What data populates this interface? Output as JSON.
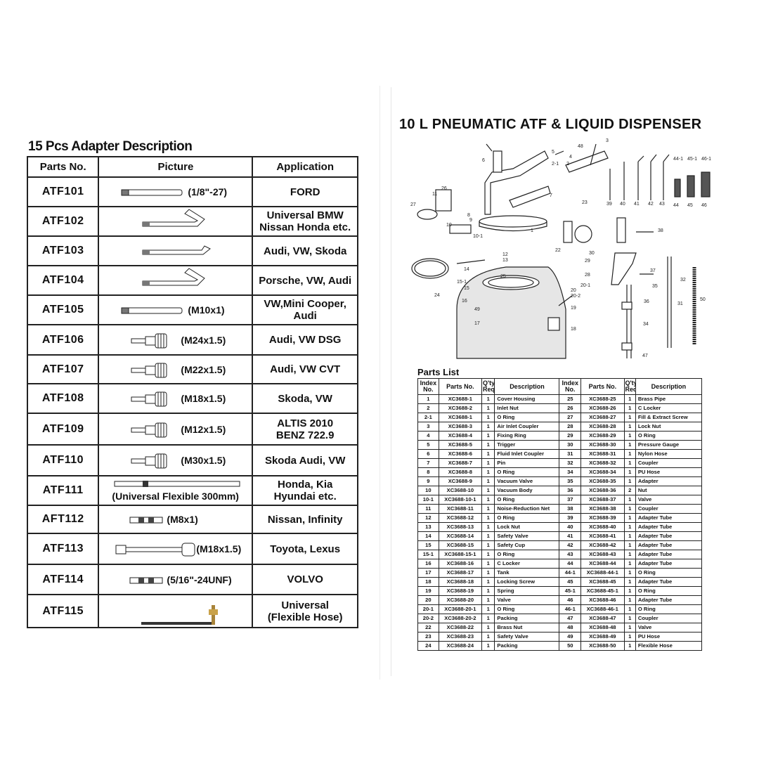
{
  "left": {
    "title": "15 Pcs Adapter Description",
    "headers": {
      "part": "Parts No.",
      "picture": "Picture",
      "application": "Application"
    },
    "rows": [
      {
        "part": "ATF101",
        "picture_label": "(1/8\"-27)",
        "application": "FORD",
        "icon": "long-straight-tube-icon"
      },
      {
        "part": "ATF102",
        "picture_label": "",
        "application": "Universal BMW\nNissan Honda etc.",
        "icon": "bent-tube-icon"
      },
      {
        "part": "ATF103",
        "picture_label": "",
        "application": "Audi, VW, Skoda",
        "icon": "angled-tip-tube-icon"
      },
      {
        "part": "ATF104",
        "picture_label": "",
        "application": "Porsche, VW, Audi",
        "icon": "bent-tube-icon"
      },
      {
        "part": "ATF105",
        "picture_label": "(M10x1)",
        "application": "VW,Mini Cooper, Audi",
        "icon": "long-straight-tube-icon"
      },
      {
        "part": "ATF106",
        "picture_label": "(M24x1.5)",
        "application": "Audi, VW DSG",
        "icon": "threaded-fitting-icon"
      },
      {
        "part": "ATF107",
        "picture_label": "(M22x1.5)",
        "application": "Audi, VW CVT",
        "icon": "threaded-fitting-icon"
      },
      {
        "part": "ATF108",
        "picture_label": "(M18x1.5)",
        "application": "Skoda, VW",
        "icon": "threaded-fitting-icon"
      },
      {
        "part": "ATF109",
        "picture_label": "(M12x1.5)",
        "application": "ALTIS 2010\nBENZ 722.9",
        "icon": "threaded-fitting-icon"
      },
      {
        "part": "ATF110",
        "picture_label": "(M30x1.5)",
        "application": "Skoda Audi, VW",
        "icon": "threaded-fitting-icon"
      },
      {
        "part": "ATF111",
        "picture_label": "(Universal Flexible 300mm)",
        "application": "Honda, Kia\nHyundai etc.",
        "icon": "flexible-tube-icon"
      },
      {
        "part": "AFT112",
        "picture_label": "(M8x1)",
        "application": "Nissan, Infinity",
        "icon": "short-fitting-icon"
      },
      {
        "part": "ATF113",
        "picture_label": "(M18x1.5)",
        "application": "Toyota, Lexus",
        "icon": "long-hose-fitting-icon"
      },
      {
        "part": "ATF114",
        "picture_label": "(5/16\"-24UNF)",
        "application": "VOLVO",
        "icon": "short-fitting-icon"
      },
      {
        "part": "ATF115",
        "picture_label": "",
        "application": "Universal\n(Flexible Hose)",
        "icon": "flexible-hose-icon"
      }
    ]
  },
  "right": {
    "title": "10 L PNEUMATIC ATF & LIQUID DISPENSER",
    "parts_title": "Parts  List",
    "diagram_labels": [
      "1",
      "2",
      "2-1",
      "3",
      "4",
      "5",
      "6",
      "7",
      "8",
      "9",
      "10",
      "10-1",
      "11",
      "12",
      "13",
      "14",
      "15",
      "15-1",
      "16",
      "17",
      "18",
      "19",
      "20",
      "20-1",
      "20-2",
      "22",
      "23",
      "24",
      "25",
      "26",
      "27",
      "28",
      "29",
      "30",
      "31",
      "32",
      "34",
      "35",
      "36",
      "37",
      "38",
      "39",
      "40",
      "41",
      "42",
      "43",
      "44",
      "44-1",
      "45",
      "45-1",
      "46",
      "46-1",
      "47",
      "48",
      "49",
      "50"
    ],
    "headers": {
      "index": "Index\nNo.",
      "part": "Parts No.",
      "qty": "Q'ty\nReq",
      "desc": "Description"
    },
    "rows": [
      [
        "1",
        "XC3688-1",
        "1",
        "Cover Housing",
        "25",
        "XC3688-25",
        "1",
        "Brass Pipe"
      ],
      [
        "2",
        "XC3688-2",
        "1",
        "Inlet Nut",
        "26",
        "XC3688-26",
        "1",
        "C Locker"
      ],
      [
        "2-1",
        "XC3688-1",
        "1",
        "O Ring",
        "27",
        "XC3688-27",
        "1",
        "Fill & Extract Screw"
      ],
      [
        "3",
        "XC3688-3",
        "1",
        "Air Inlet Coupler",
        "28",
        "XC3688-28",
        "1",
        "Lock Nut"
      ],
      [
        "4",
        "XC3688-4",
        "1",
        "Fixing Ring",
        "29",
        "XC3688-29",
        "1",
        "O Ring"
      ],
      [
        "5",
        "XC3688-5",
        "1",
        "Trigger",
        "30",
        "XC3688-30",
        "1",
        "Pressure Gauge"
      ],
      [
        "6",
        "XC3688-6",
        "1",
        "Fluid Inlet Coupler",
        "31",
        "XC3688-31",
        "1",
        "Nylon Hose"
      ],
      [
        "7",
        "XC3688-7",
        "1",
        "Pin",
        "32",
        "XC3688-32",
        "1",
        "Coupler"
      ],
      [
        "8",
        "XC3688-8",
        "1",
        "O Ring",
        "34",
        "XC3688-34",
        "1",
        "PU Hose"
      ],
      [
        "9",
        "XC3688-9",
        "1",
        "Vacuum Valve",
        "35",
        "XC3688-35",
        "1",
        "Adapter"
      ],
      [
        "10",
        "XC3688-10",
        "1",
        "Vacuum Body",
        "36",
        "XC3688-36",
        "2",
        "Nut"
      ],
      [
        "10-1",
        "XC3688-10-1",
        "1",
        "O Ring",
        "37",
        "XC3688-37",
        "1",
        "Valve"
      ],
      [
        "11",
        "XC3688-11",
        "1",
        "Noise-Reduction Net",
        "38",
        "XC3688-38",
        "1",
        "Coupler"
      ],
      [
        "12",
        "XC3688-12",
        "1",
        "O Ring",
        "39",
        "XC3688-39",
        "1",
        "Adapter Tube"
      ],
      [
        "13",
        "XC3688-13",
        "1",
        "Lock Nut",
        "40",
        "XC3688-40",
        "1",
        "Adapter Tube"
      ],
      [
        "14",
        "XC3688-14",
        "1",
        "Safety Valve",
        "41",
        "XC3688-41",
        "1",
        "Adapter Tube"
      ],
      [
        "15",
        "XC3688-15",
        "1",
        "Safety Cup",
        "42",
        "XC3688-42",
        "1",
        "Adapter Tube"
      ],
      [
        "15-1",
        "XC3688-15-1",
        "1",
        "O Ring",
        "43",
        "XC3688-43",
        "1",
        "Adapter Tube"
      ],
      [
        "16",
        "XC3688-16",
        "1",
        "C Locker",
        "44",
        "XC3688-44",
        "1",
        "Adapter Tube"
      ],
      [
        "17",
        "XC3688-17",
        "1",
        "Tank",
        "44-1",
        "XC3688-44-1",
        "1",
        "O Ring"
      ],
      [
        "18",
        "XC3688-18",
        "1",
        "Locking Screw",
        "45",
        "XC3688-45",
        "1",
        "Adapter Tube"
      ],
      [
        "19",
        "XC3688-19",
        "1",
        "Spring",
        "45-1",
        "XC3688-45-1",
        "1",
        "O Ring"
      ],
      [
        "20",
        "XC3688-20",
        "1",
        "Valve",
        "46",
        "XC3688-46",
        "1",
        "Adapter Tube"
      ],
      [
        "20-1",
        "XC3688-20-1",
        "1",
        "O Ring",
        "46-1",
        "XC3688-46-1",
        "1",
        "O Ring"
      ],
      [
        "20-2",
        "XC3688-20-2",
        "1",
        "Packing",
        "47",
        "XC3688-47",
        "1",
        "Coupler"
      ],
      [
        "22",
        "XC3688-22",
        "1",
        "Brass Nut",
        "48",
        "XC3688-48",
        "1",
        "Valve"
      ],
      [
        "23",
        "XC3688-23",
        "1",
        "Safety Valve",
        "49",
        "XC3688-49",
        "1",
        "PU Hose"
      ],
      [
        "24",
        "XC3688-24",
        "1",
        "Packing",
        "50",
        "XC3688-50",
        "1",
        "Flexible Hose"
      ]
    ]
  }
}
